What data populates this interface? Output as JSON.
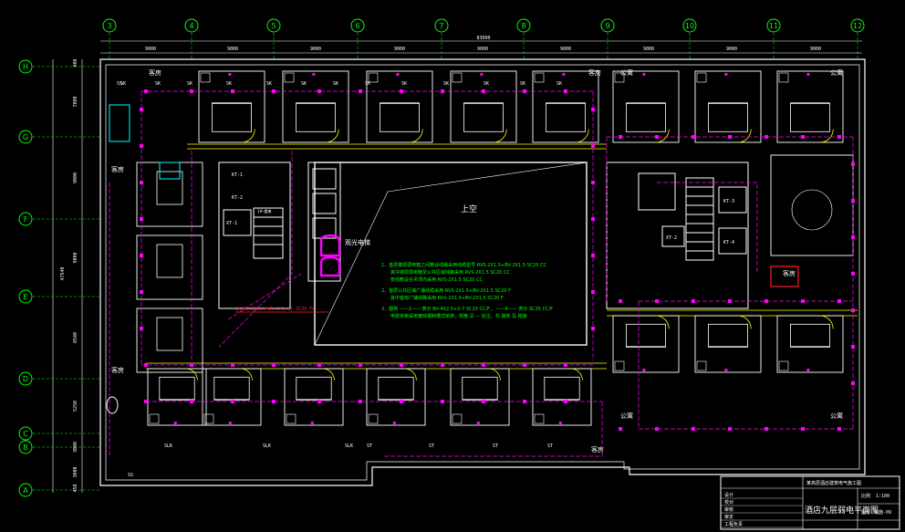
{
  "grid": {
    "columns": [
      "3",
      "4",
      "5",
      "6",
      "7",
      "8",
      "9",
      "10",
      "11",
      "12"
    ],
    "rows": [
      "H",
      "G",
      "F",
      "E",
      "D",
      "C",
      "B",
      "A"
    ],
    "top_dims": [
      "9000",
      "9000",
      "9000",
      "9000",
      "9000",
      "9000",
      "9000",
      "9000",
      "9000"
    ],
    "overall_top_dim": "83600",
    "left_dims": [
      "900",
      "7800",
      "9000",
      "9000",
      "8540",
      "5250",
      "3000",
      "3000",
      "450"
    ],
    "overall_left_dim": "47540"
  },
  "rooms": {
    "guest_room": "客房",
    "public_room": "公寓",
    "upper_void": "上空",
    "sightseeing_elevator": "观光电梯",
    "stair_label": "1#-楼梯",
    "kt_labels": [
      "KT-1",
      "KT-2",
      "KT-3",
      "KT-4"
    ],
    "xt_labels": [
      "XT-1",
      "XT-2"
    ]
  },
  "tags": {
    "sk": "SK",
    "slk": "SLK",
    "st": "ST",
    "ss": "SS"
  },
  "notes": {
    "n1a": "1、首层楼层弱电箱之间敷设线路采用线缆型号 RVS-2X1.5+BV-2X1.5  SC20 CC",
    "n1b": "其中楼层弱电箱至公共区域线路采用 RVS-2X1.5  SC20 CC",
    "n1c": "管线敷设在吊顶内采用 RVS-2X1.5  SC20 CC",
    "n2a": "2、首层公共区域广播线缆采用 RVS-2X1.5+BV-2X1.5  SC20 F",
    "n2b": "其中客房广播线路采用 RVS-2X1.5+BV-2X1.5  SC20 F",
    "n3a": "3、图例  ——1——  表示 BV-4X2.5+2-7  SC25  CC/F，   ——4——  表示 SC25 CC/F",
    "n3b": "电缆桥架采用镀锌钢制槽式桥架，规格 见     — 标注，并 接地 及 跨接"
  },
  "red_label": "1X(BV-2X1.5+BV-2X1.5) SC25 FC",
  "title_block": {
    "drawing_title": "酒店九层弱电平面图",
    "project": "某高层酒店建筑电气施工图",
    "scale_label": "比例",
    "scale_value": "1:100",
    "sheet_label": "图号",
    "sheet_value": "电施-09",
    "rows": [
      "设计",
      "校对",
      "审核",
      "审定",
      "工程负责"
    ]
  },
  "colors": {
    "wall": "#ffffff",
    "device": "#ff00ff",
    "grid": "#00ff00",
    "door": "#ffff00",
    "note": "#00ff00",
    "alert": "#ff2020",
    "furniture": "#00ffff"
  }
}
